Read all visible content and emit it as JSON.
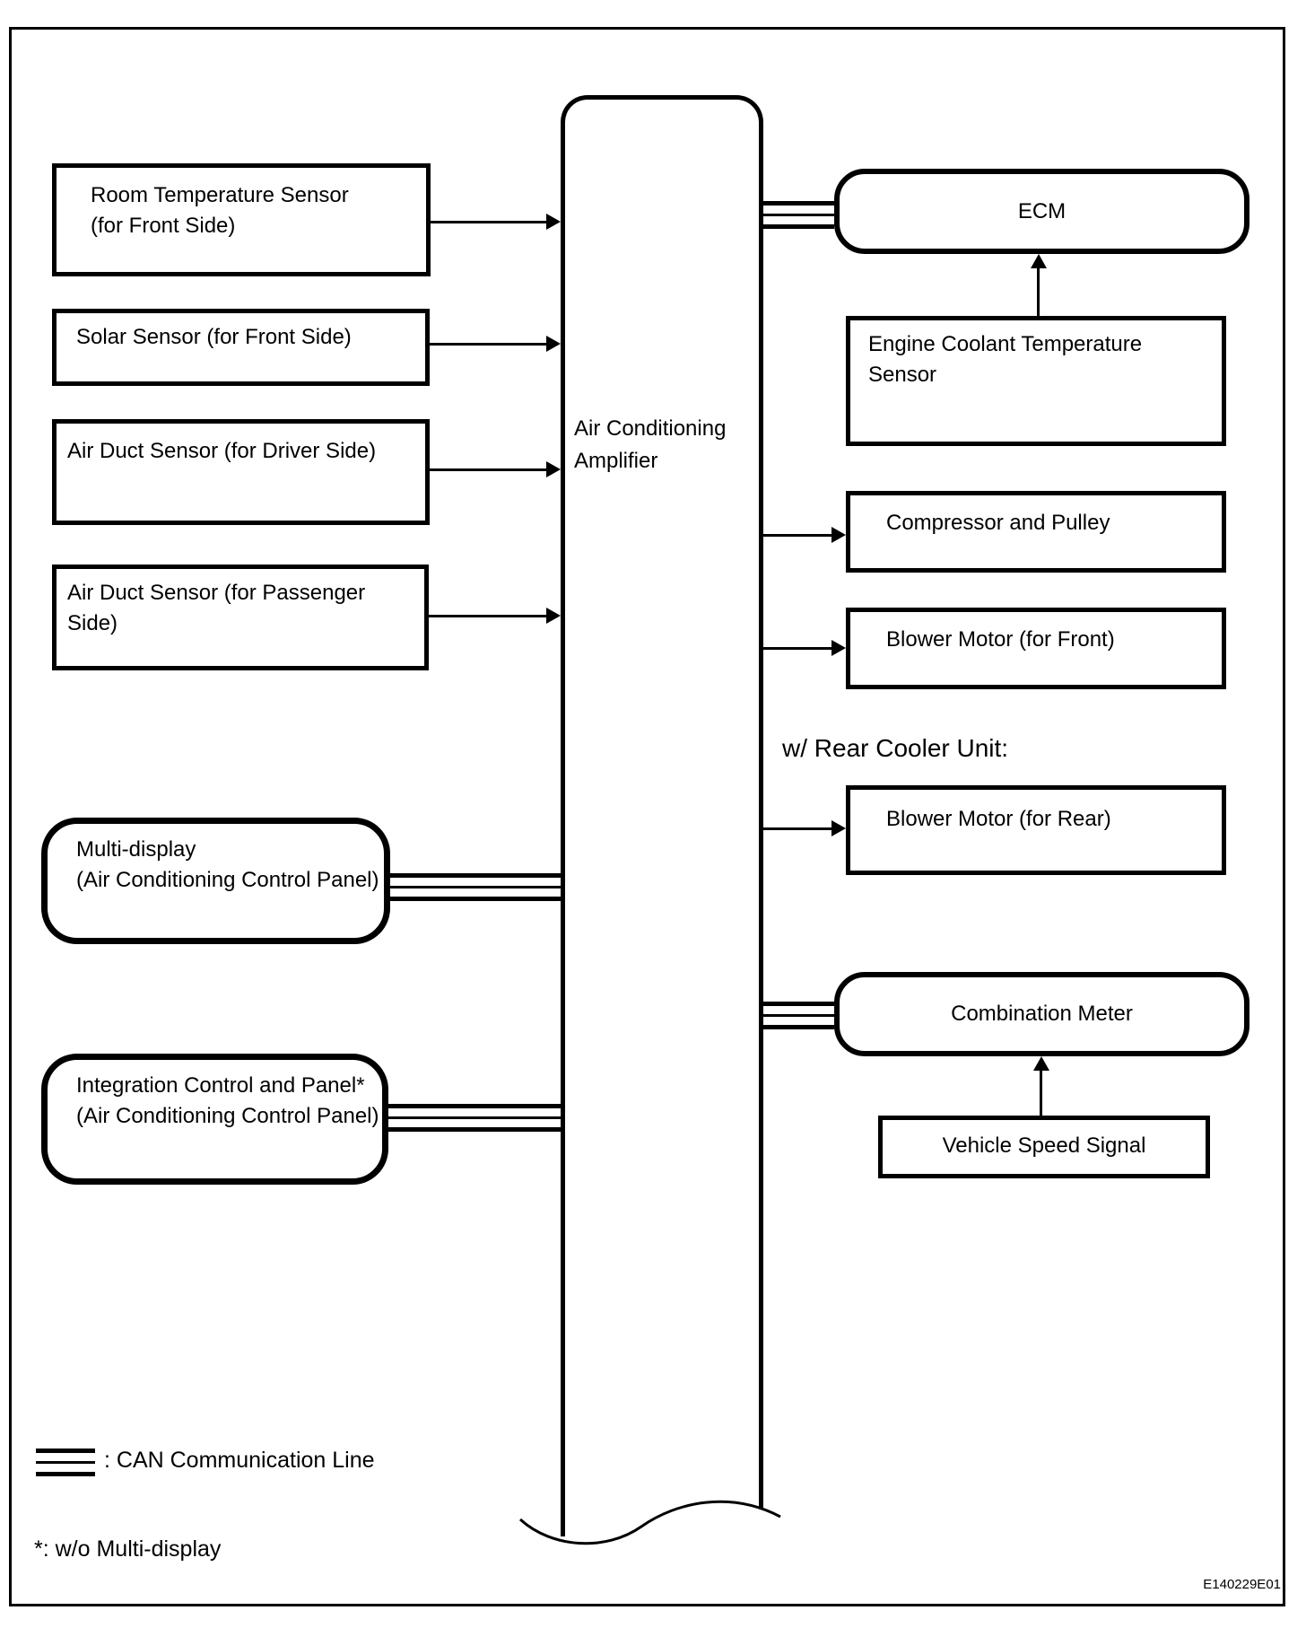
{
  "colors": {
    "ink": "#000000",
    "background": "#ffffff"
  },
  "nodes": {
    "room_temp_sensor": {
      "line1": "Room Temperature Sensor",
      "line2": "(for Front Side)"
    },
    "solar_sensor": {
      "line1": "Solar Sensor (for Front Side)"
    },
    "air_duct_driver": {
      "line1": "Air Duct Sensor (for Driver Side)"
    },
    "air_duct_passenger": {
      "line1": "Air Duct Sensor (for Passenger",
      "line2": "Side)"
    },
    "multi_display": {
      "line1": "Multi-display",
      "line2": "(Air Conditioning Control Panel)"
    },
    "integration_panel": {
      "line1": "Integration Control and Panel*",
      "line2": "(Air Conditioning Control Panel)"
    },
    "ac_amplifier": {
      "line1": "Air Conditioning",
      "line2": "Amplifier"
    },
    "ecm": {
      "line1": "ECM"
    },
    "engine_coolant_sensor": {
      "line1": "Engine Coolant Temperature",
      "line2": "Sensor"
    },
    "compressor": {
      "line1": "Compressor and Pulley"
    },
    "blower_front": {
      "line1": "Blower Motor (for Front)"
    },
    "blower_rear": {
      "line1": "Blower Motor (for Rear)"
    },
    "combination_meter": {
      "line1": "Combination Meter"
    },
    "vehicle_speed": {
      "line1": "Vehicle Speed Signal"
    }
  },
  "annotations": {
    "rear_cooler_note": "w/ Rear Cooler Unit:",
    "legend_can": ": CAN Communication Line",
    "footnote": "*: w/o Multi-display",
    "figure_code": "E140229E01"
  },
  "connections": {
    "arrows": [
      {
        "from": "Room Temperature Sensor (for Front Side)",
        "to": "Air Conditioning Amplifier"
      },
      {
        "from": "Solar Sensor (for Front Side)",
        "to": "Air Conditioning Amplifier"
      },
      {
        "from": "Air Duct Sensor (for Driver Side)",
        "to": "Air Conditioning Amplifier"
      },
      {
        "from": "Air Duct Sensor (for Passenger Side)",
        "to": "Air Conditioning Amplifier"
      },
      {
        "from": "Air Conditioning Amplifier",
        "to": "Compressor and Pulley"
      },
      {
        "from": "Air Conditioning Amplifier",
        "to": "Blower Motor (for Front)"
      },
      {
        "from": "Air Conditioning Amplifier",
        "to": "Blower Motor (for Rear)"
      },
      {
        "from": "Engine Coolant Temperature Sensor",
        "to": "ECM"
      },
      {
        "from": "Vehicle Speed Signal",
        "to": "Combination Meter"
      }
    ],
    "can_lines": [
      {
        "a": "Multi-display",
        "b": "Air Conditioning Amplifier"
      },
      {
        "a": "Integration Control and Panel*",
        "b": "Air Conditioning Amplifier"
      },
      {
        "a": "ECM",
        "b": "Air Conditioning Amplifier"
      },
      {
        "a": "Combination Meter",
        "b": "Air Conditioning Amplifier"
      }
    ]
  }
}
